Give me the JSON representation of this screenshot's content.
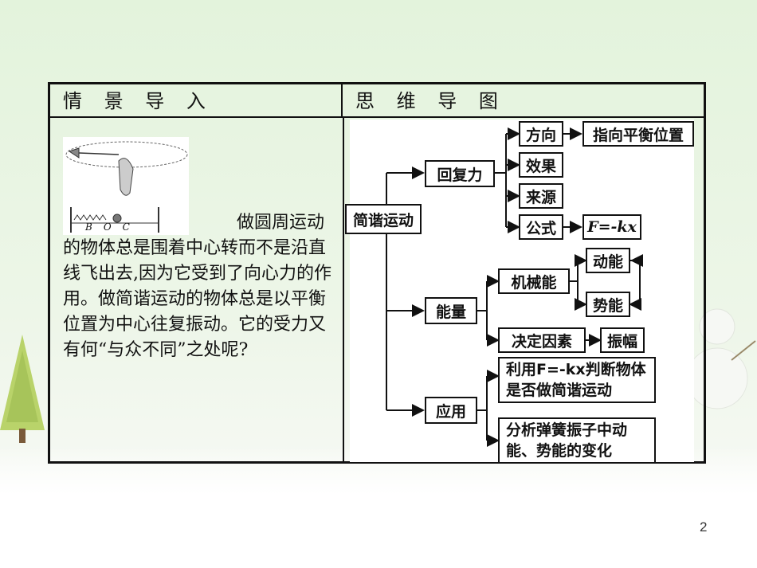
{
  "slide": {
    "page_number": "2"
  },
  "table": {
    "header_left": "情 景 导 入",
    "header_right": "思 维 导 图",
    "intro_text": "做圆周运动的物体总是围着中心转而不是沿直线飞出去,因为它受到了向心力的作用。做简谐运动的物体总是以平衡位置为中心往复振动。它的受力又有何“与众不同”之处呢?",
    "photo_labels": [
      "B",
      "O",
      "C"
    ]
  },
  "mindmap": {
    "root": "简谐运动",
    "restoring_force": "回复力",
    "direction": "方向",
    "direction_detail": "指向平衡位置",
    "effect": "效果",
    "source": "来源",
    "formula": "公式",
    "formula_detail": "F=-kx",
    "energy": "能量",
    "mechanical_energy": "机械能",
    "kinetic_energy": "动能",
    "potential_energy": "势能",
    "determining_factor": "决定因素",
    "amplitude": "振幅",
    "application": "应用",
    "app_1_line1": "利用F=-kx判断物体",
    "app_1_line2": "是否做简谐运动",
    "app_2_line1": "分析弹簧振子中动",
    "app_2_line2": "能、势能的变化"
  }
}
